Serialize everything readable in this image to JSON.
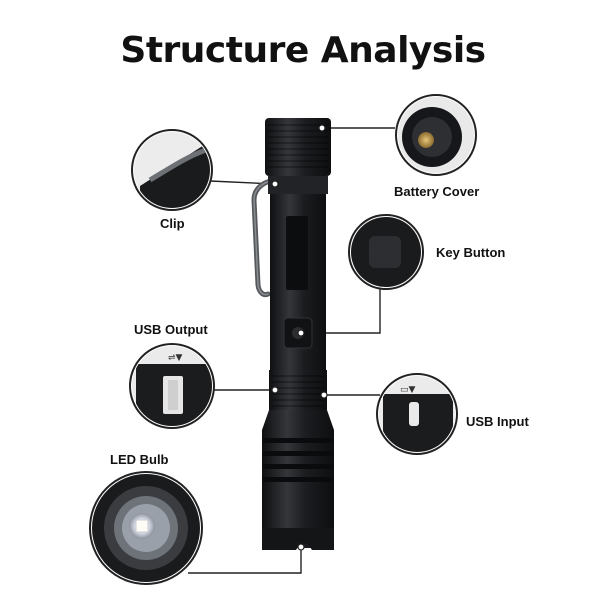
{
  "title": "Structure Analysis",
  "labels": {
    "battery_cover": "Battery Cover",
    "clip": "Clip",
    "key_button": "Key Button",
    "usb_output": "USB Output",
    "usb_input": "USB Input",
    "led_bulb": "LED Bulb"
  },
  "colors": {
    "body": "#1b1c1e",
    "body_highlight": "#3a3c40",
    "leader_line": "#222222",
    "led": "#f4f6ff"
  },
  "icons": {
    "usb_output": "usb-arrow-icon",
    "usb_input": "battery-arrow-icon"
  }
}
